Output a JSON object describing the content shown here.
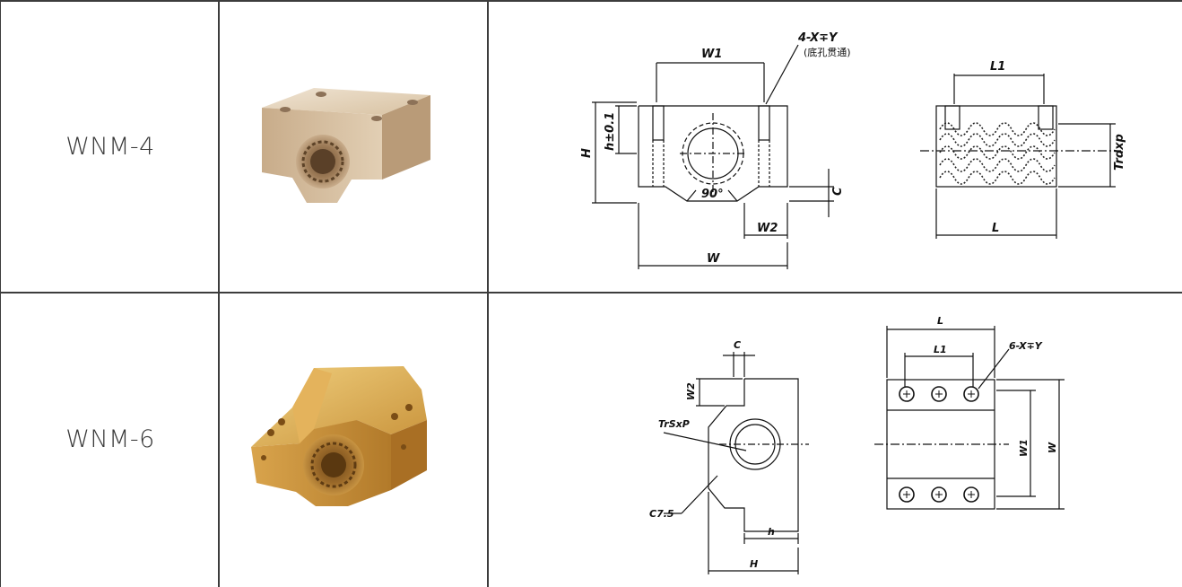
{
  "rows": [
    {
      "model": "WNM-4",
      "photo_icon": "bronze-flange-nut-block-photo",
      "drawing_labels": {
        "w1": "W1",
        "hole": "4-X∓Y",
        "hole_note": "(底孔贯通)",
        "h_tol": "h±0.1",
        "h": "H",
        "angle": "90°",
        "c": "C",
        "w2": "W2",
        "w": "W",
        "l1": "L1",
        "trdxp": "Trdxp",
        "l": "L"
      }
    },
    {
      "model": "WNM-6",
      "photo_icon": "brass-chamfered-nut-block-photo",
      "drawing_labels": {
        "c": "C",
        "w2": "W2",
        "trsxp": "TrSxP",
        "c75": "C7.5",
        "h": "h",
        "H": "H",
        "l": "L",
        "l1": "L1",
        "hole": "6-X∓Y",
        "w1": "W1",
        "w": "W"
      }
    }
  ],
  "colors": {
    "grid_line": "#3c3c3c",
    "model_text": "#3a3a3a",
    "bronze_light": "#e6d6bf",
    "bronze_mid": "#c9ad8c",
    "brass_light": "#e8c069",
    "brass_dark": "#8a5a1c"
  }
}
